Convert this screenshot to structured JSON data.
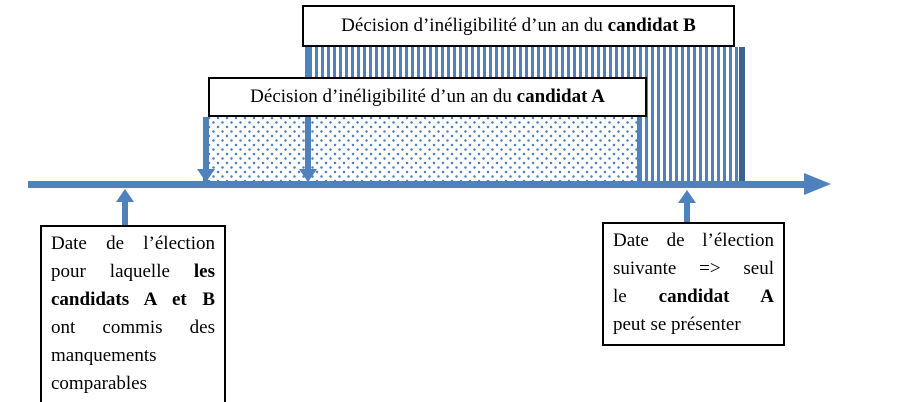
{
  "colors": {
    "accent": "#4f81bd",
    "accent-dark": "#3d6291",
    "ink": "#000000",
    "paper": "#ffffff"
  },
  "diagram": {
    "decision_b_box": {
      "lines": [
        [
          {
            "t": "Décision d’inéligibilité d’un an du "
          },
          {
            "t": "candidat B",
            "b": true
          }
        ]
      ]
    },
    "decision_a_box": {
      "lines": [
        [
          {
            "t": "Décision d’inéligibilité d’un an du "
          },
          {
            "t": "candidat A",
            "b": true
          }
        ]
      ]
    },
    "first_election_box": {
      "lines": [
        [
          {
            "t": "Date de l’élection"
          }
        ],
        [
          {
            "t": "pour laquelle "
          },
          {
            "t": "les",
            "b": true
          }
        ],
        [
          {
            "t": "candidats A et B",
            "b": true
          }
        ],
        [
          {
            "t": "ont commis des"
          }
        ],
        [
          {
            "t": "manquements"
          }
        ],
        [
          {
            "t": "comparables"
          }
        ]
      ]
    },
    "next_election_box": {
      "lines": [
        [
          {
            "t": "Date de l’élection"
          }
        ],
        [
          {
            "t": "suivante => seul"
          }
        ],
        [
          {
            "t": "le "
          },
          {
            "t": "candidat A",
            "b": true
          }
        ],
        [
          {
            "t": "peut se présenter"
          }
        ]
      ]
    },
    "bars": {
      "candidate_b_pattern": "vertical-stripes",
      "candidate_a_pattern": "dots"
    },
    "icons": {
      "timeline_arrowhead": "right-arrowhead",
      "decision_arrows": "down-arrow",
      "election_arrows": "up-arrow"
    }
  }
}
